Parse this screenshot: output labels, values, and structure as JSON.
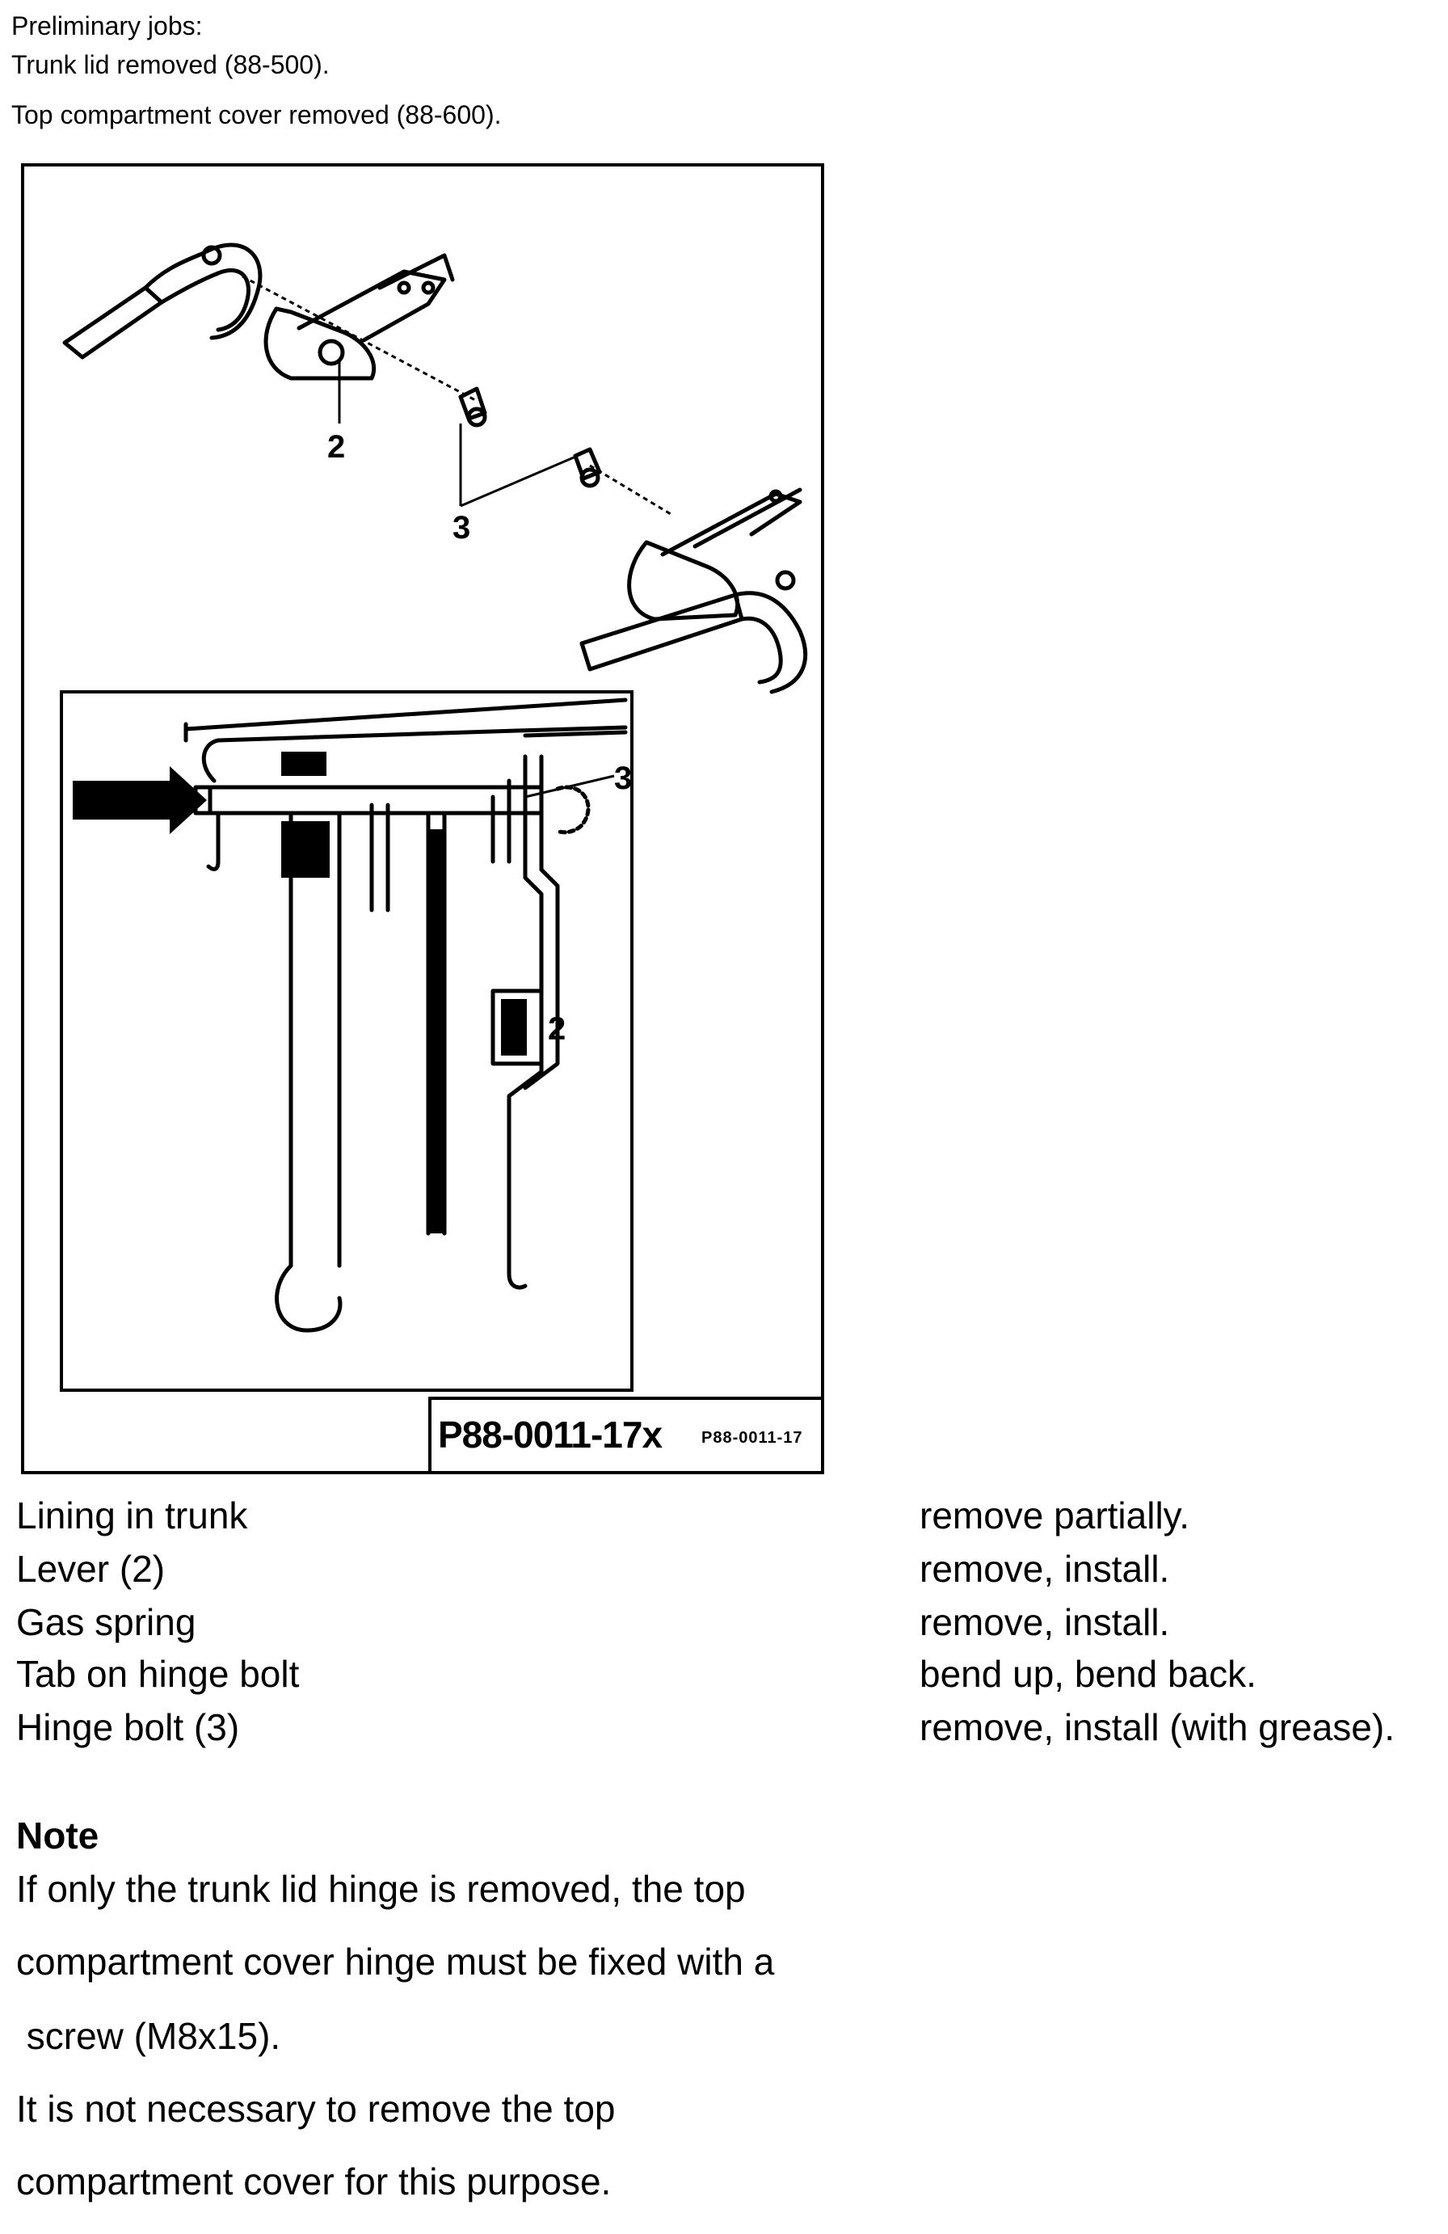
{
  "preliminary": {
    "heading": "Preliminary jobs:",
    "items": [
      "Trunk lid removed (88-500).",
      "Top compartment cover removed (88-600)."
    ]
  },
  "figure": {
    "callouts": {
      "lever_top": "2",
      "bolt_top": "3",
      "bolt_detail": "3",
      "lever_detail": "2"
    },
    "caption_main": "P88-0011-17x",
    "caption_small": "P88-0011-17"
  },
  "steps": [
    {
      "item": "Lining in trunk",
      "action": "remove partially."
    },
    {
      "item": "Lever (2)",
      "action": "remove, install."
    },
    {
      "item": "Gas spring",
      "action": "remove, install."
    },
    {
      "item": "Tab on hinge bolt",
      "action": "bend up, bend back."
    },
    {
      "item": "Hinge bolt (3)",
      "action": "remove, install (with grease)."
    }
  ],
  "note": {
    "heading": "Note",
    "lines": [
      "If only the trunk lid hinge is removed, the top",
      "compartment cover hinge must be fixed with a",
      " screw (M8x15).",
      "It is not necessary to remove the top",
      "compartment cover for this purpose."
    ]
  }
}
